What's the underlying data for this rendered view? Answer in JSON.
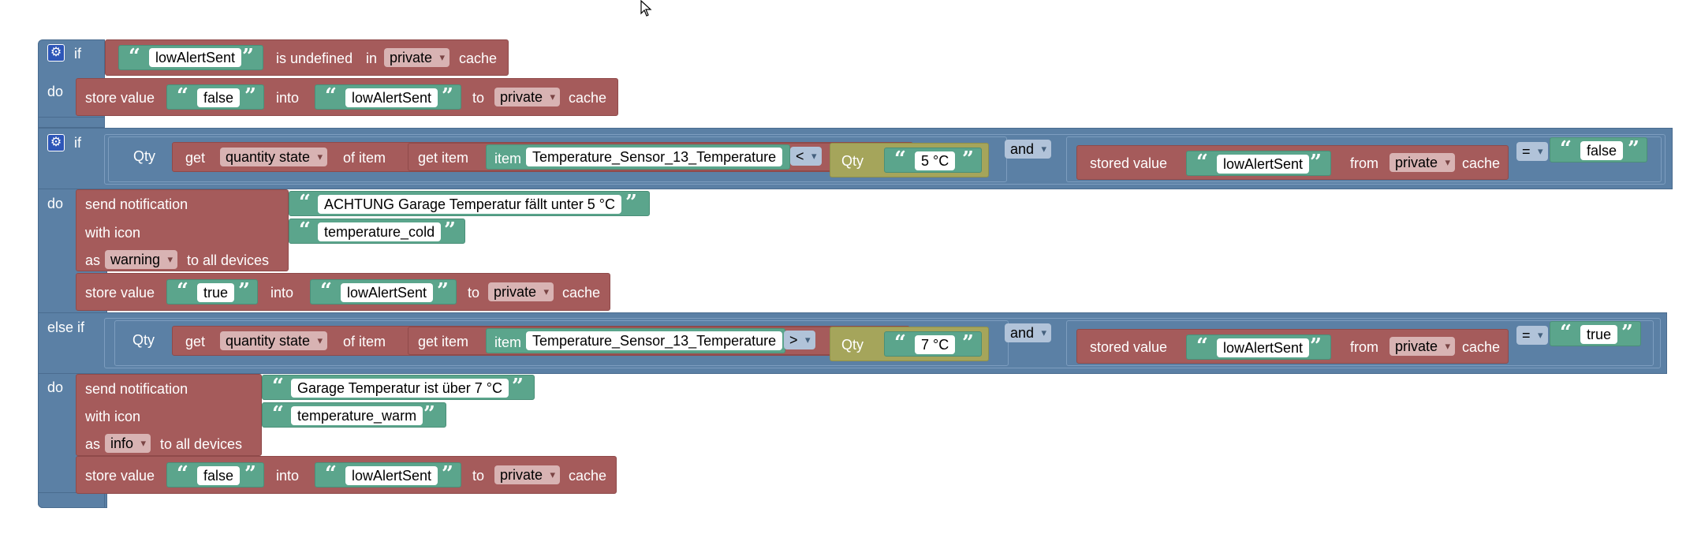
{
  "block1": {
    "if_label": "if",
    "key": "lowAlertSent",
    "is_undefined": "is undefined",
    "in_label": "in",
    "cache_scope": "private",
    "cache_label": "cache",
    "do_label": "do",
    "store_label": "store value",
    "value": "false",
    "into_label": "into",
    "to_label": "to"
  },
  "block2": {
    "if_label": "if",
    "qty_label": "Qty",
    "get_label": "get",
    "get_option": "quantity state",
    "of_item_label": "of item",
    "get_item_label": "get item",
    "item_label": "item",
    "item_name": "Temperature_Sensor_13_Temperature",
    "compare_op": "<",
    "qty_inner_label": "Qty",
    "qty_value": "5 °C",
    "and_label": "and",
    "stored_value_label": "stored value",
    "stored_key": "lowAlertSent",
    "from_label": "from",
    "cache_scope": "private",
    "cache_label": "cache",
    "eq_op": "=",
    "eq_value": "false",
    "do_label": "do",
    "send_notification_label": "send notification",
    "message": "ACHTUNG Garage Temperatur fällt unter 5 °C",
    "with_icon_label": "with icon",
    "icon_name": "temperature_cold",
    "as_label": "as",
    "severity": "warning",
    "to_all_devices": "to all devices",
    "store_label": "store value",
    "store_value": "true",
    "into_label": "into",
    "store_key": "lowAlertSent",
    "to_label": "to",
    "store_scope": "private"
  },
  "block3": {
    "else_if_label": "else if",
    "qty_label": "Qty",
    "get_label": "get",
    "get_option": "quantity state",
    "of_item_label": "of item",
    "get_item_label": "get item",
    "item_label": "item",
    "item_name": "Temperature_Sensor_13_Temperature",
    "compare_op": ">",
    "qty_inner_label": "Qty",
    "qty_value": "7 °C",
    "and_label": "and",
    "stored_value_label": "stored value",
    "stored_key": "lowAlertSent",
    "from_label": "from",
    "cache_scope": "private",
    "cache_label": "cache",
    "eq_op": "=",
    "eq_value": "true",
    "do_label": "do",
    "send_notification_label": "send notification",
    "message": "Garage Temperatur ist über 7 °C",
    "with_icon_label": "with icon",
    "icon_name": "temperature_warm",
    "as_label": "as",
    "severity": "info",
    "to_all_devices": "to all devices",
    "store_label": "store value",
    "store_value": "false",
    "into_label": "into",
    "store_key": "lowAlertSent",
    "to_label": "to",
    "store_scope": "private"
  },
  "icons": {
    "gear": "gear-icon",
    "open_quote": "open-quote-icon",
    "close_quote": "close-quote-icon",
    "cursor": "mouse-cursor-icon"
  },
  "colors": {
    "logic_blue": "#5b80a5",
    "action_red": "#a55b5b",
    "text_green": "#5ba58c",
    "qty_olive": "#a5a55b",
    "gear_blue": "#2d56b8"
  }
}
